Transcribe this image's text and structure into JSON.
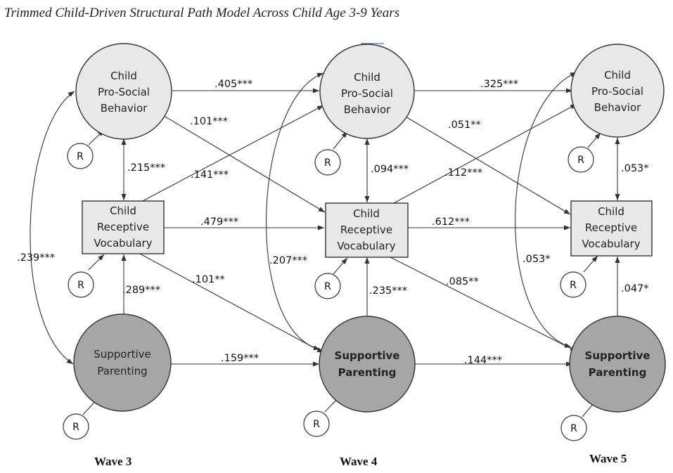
{
  "title": "Trimmed Child-Driven Structural Path Model Across Child Age 3-9 Years",
  "residual_label": "R",
  "waves": [
    "Wave 3",
    "Wave 4",
    "Wave 5"
  ],
  "nodes": {
    "prosocial": [
      "Child",
      "Pro-Social",
      "Behavior"
    ],
    "vocab": [
      "Child",
      "Receptive",
      "Vocabulary"
    ],
    "parenting": [
      "Supportive",
      "Parenting"
    ]
  },
  "colors": {
    "light_fill": "#e8e8e8",
    "dark_fill": "#a6a6a6",
    "line": "#333333",
    "accent_line": "#4a6fb0"
  },
  "paths": {
    "ps3_ps4": ".405***",
    "ps4_ps5": ".325***",
    "ps3_v4": ".101***",
    "ps4_v5": ".051**",
    "v3_ps4": ".141***",
    "v4_ps5": ".112***",
    "v3_v4": ".479***",
    "v4_v5": ".612***",
    "v3_sp4": ".101**",
    "v4_sp5": ".085**",
    "sp3_sp4": ".159***",
    "sp4_sp5": ".144***",
    "w3_ps_v": ".215***",
    "w3_v_sp": ".289***",
    "w4_ps_v": ".094***",
    "w4_v_sp": ".235***",
    "w5_ps_v": ".053*",
    "w5_v_sp": ".047*",
    "w3_ps_sp": ".239***",
    "w4_ps_sp": ".207***",
    "w5_ps_sp": ".053*"
  }
}
